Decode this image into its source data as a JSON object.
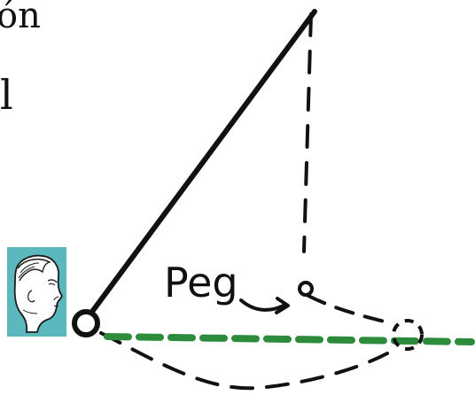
{
  "fragments": {
    "top_text": "ón",
    "middle_text": "l"
  },
  "diagram": {
    "peg_label": "Peg"
  },
  "colors": {
    "avatar_background": "#5bb9bd",
    "strokes": "#111111",
    "green_dash": "#2d8b3c"
  }
}
